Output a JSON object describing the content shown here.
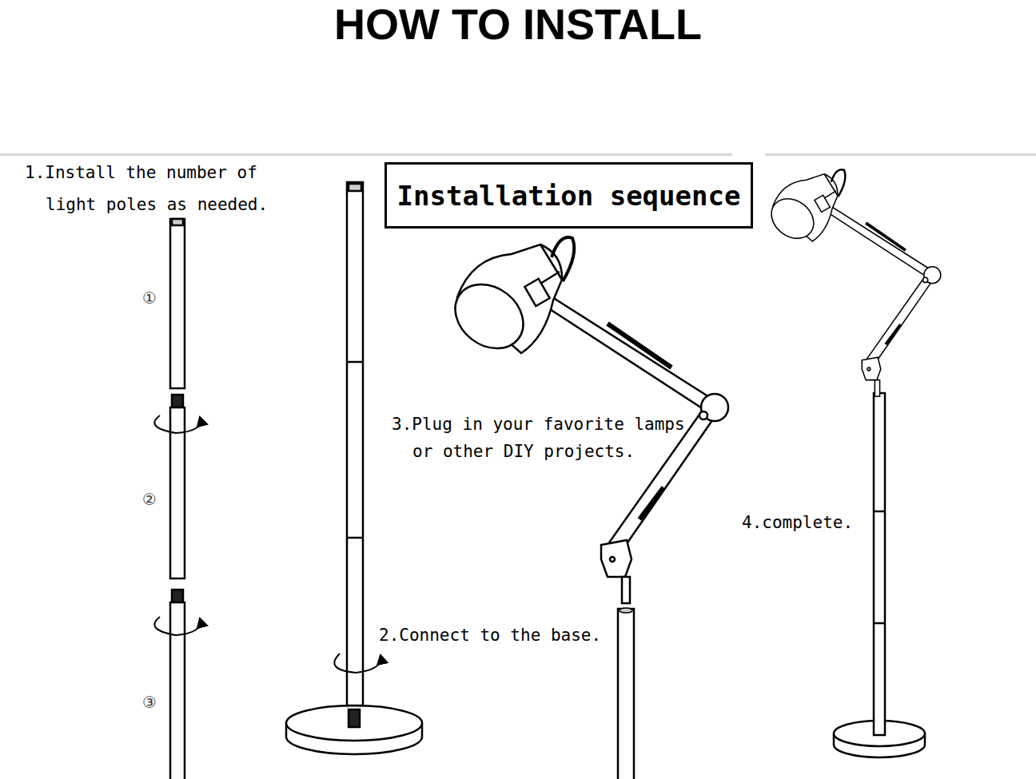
{
  "diagram": {
    "title": "HOW TO INSTALL",
    "nodes": [
      {
        "text": [
          "Installation sequence"
        ]
      }
    ],
    "labels": [
      "1.Install the number of light poles as needed.",
      "①",
      "②",
      "③",
      "3.Plug in your favorite lamps or other DIY projects.",
      "2.Connect to the base.",
      "4.complete."
    ]
  }
}
